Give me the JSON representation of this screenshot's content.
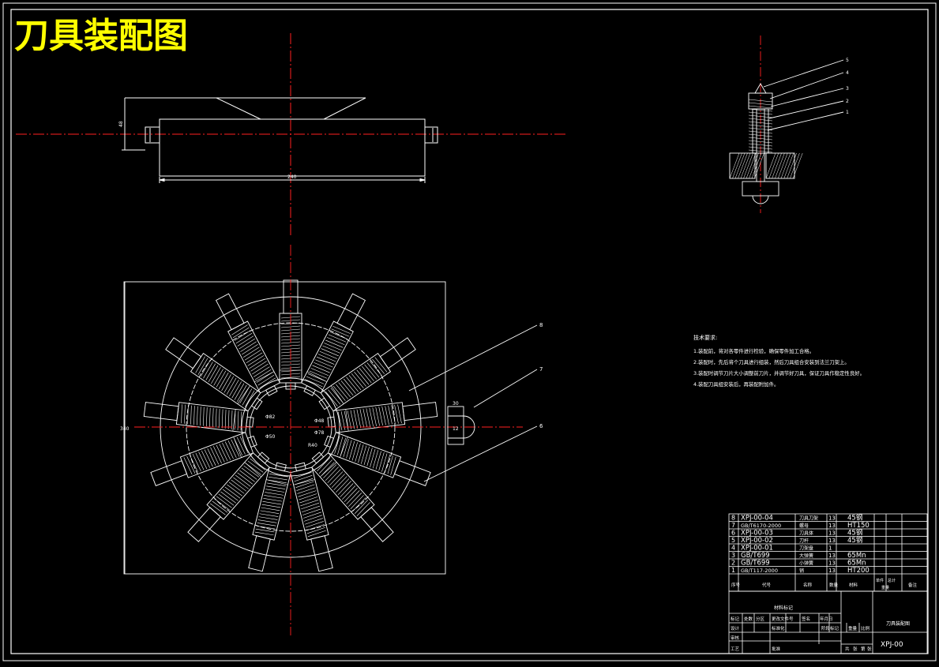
{
  "drawing_title": "刀具装配图",
  "colors": {
    "background": "#000000",
    "line": "#ffffff",
    "center": "#ff2020",
    "title": "#ffff00"
  },
  "tech_requirements": {
    "heading": "技术要求:",
    "items": [
      "1.装配前，将对各零件进行检验，确保零件加工合格。",
      "2.装配时，先后将个刀具进行组装，然后刀具组合安装到法兰刀架上。",
      "3.装配时调节刀片大小调整前刀片，并调节好刀具，保证刀具作稳定性良好。",
      "4.装配刀具组安装后，再装配附加件。"
    ]
  },
  "dimensions": {
    "top_view_width": "240",
    "top_view_height": "48",
    "front_d1": "Φ82",
    "front_d2": "Φ50",
    "front_d3": "Φ48",
    "front_d4": "Φ78",
    "front_r": "R40",
    "front_side": "30",
    "detail_w": "30",
    "detail_h": "12",
    "front_height": "340"
  },
  "callouts_front": [
    "8",
    "7",
    "6"
  ],
  "callouts_detail": [
    "5",
    "4",
    "3",
    "2",
    "1"
  ],
  "bom": [
    {
      "no": "8",
      "code": "XPJ-00-04",
      "name": "刀具刀架",
      "qty": "13",
      "material": "45钢"
    },
    {
      "no": "7",
      "code": "GB/T6170-2000",
      "name": "螺母",
      "qty": "13",
      "material": "HT150"
    },
    {
      "no": "6",
      "code": "XPJ-00-03",
      "name": "刀具体",
      "qty": "13",
      "material": "45钢"
    },
    {
      "no": "5",
      "code": "XPJ-00-02",
      "name": "刀杆",
      "qty": "13",
      "material": "45钢"
    },
    {
      "no": "4",
      "code": "XPJ-00-01",
      "name": "刀架盘",
      "qty": "1",
      "material": ""
    },
    {
      "no": "3",
      "code": "GB/T699",
      "name": "大弹簧",
      "qty": "13",
      "material": "65Mn"
    },
    {
      "no": "2",
      "code": "GB/T699",
      "name": "小弹簧",
      "qty": "13",
      "material": "65Mn"
    },
    {
      "no": "1",
      "code": "GB/T117-2000",
      "name": "销",
      "qty": "13",
      "material": "HT200"
    }
  ],
  "bom_header": {
    "no": "序号",
    "code": "代号",
    "name": "名称",
    "qty": "数量",
    "material": "材料",
    "unit_weight": "单件",
    "total_weight": "总计",
    "weight": "重量",
    "remark": "备注"
  },
  "title_block": {
    "material_mark": "材料标记",
    "drawing_name": "刀具装配图",
    "drawing_no": "XPJ-00",
    "labels": [
      "标记",
      "处数",
      "分区",
      "更改文件号",
      "签名",
      "年月日",
      "设计",
      "标准化",
      "阶段标记",
      "重量",
      "比例",
      "审核",
      "工艺",
      "批准",
      "共",
      "张",
      "第",
      "张"
    ]
  }
}
